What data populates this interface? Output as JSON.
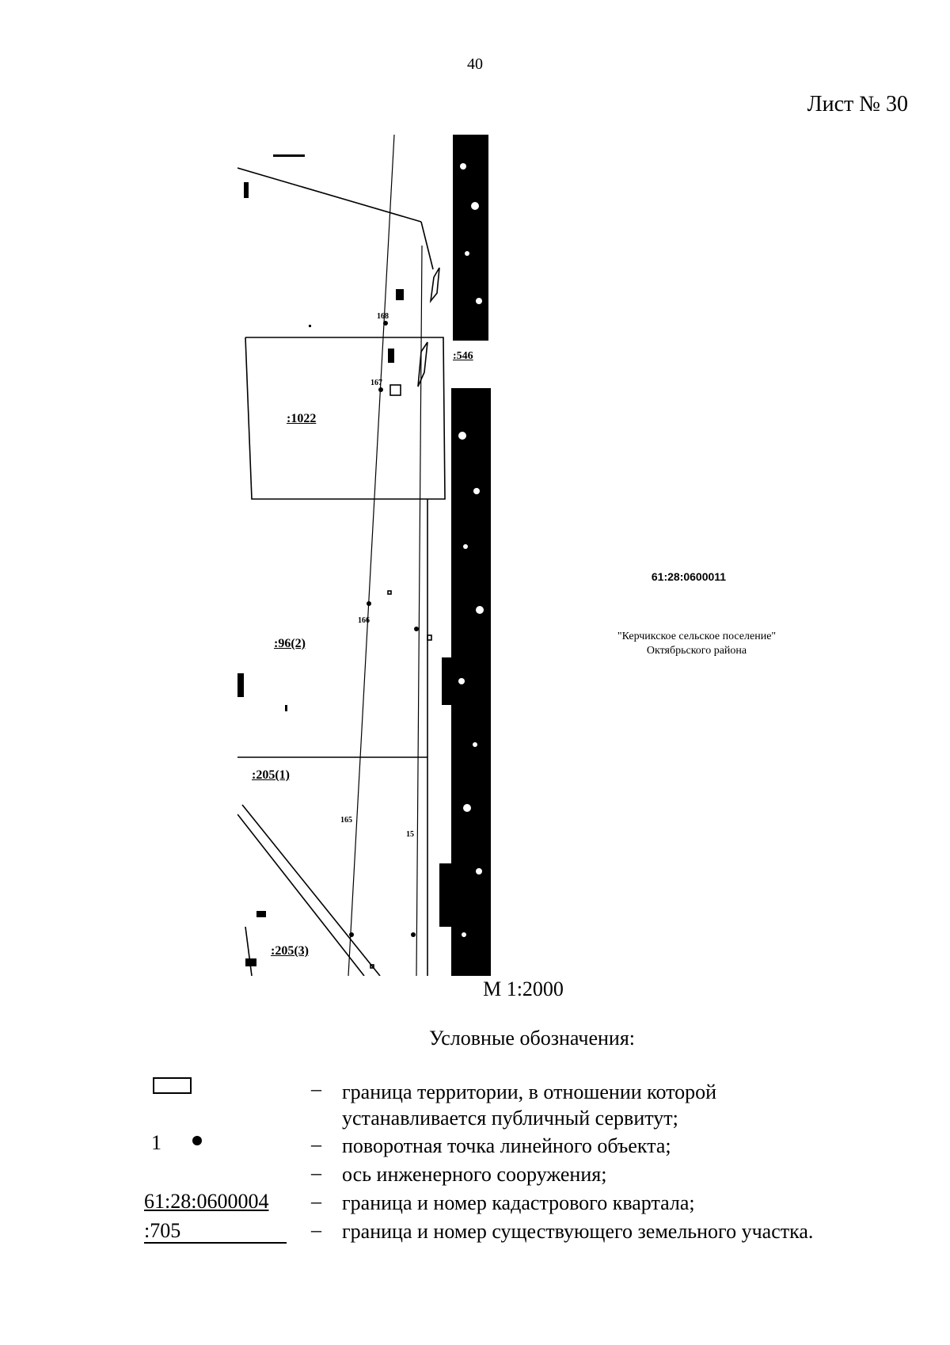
{
  "page_number": "40",
  "sheet_title": "Лист № 30",
  "map": {
    "labels": {
      "parcel_1022": ":1022",
      "parcel_546": ":546",
      "parcel_96": ":96(2)",
      "parcel_205_1": ":205(1)",
      "parcel_205_3": ":205(3)"
    },
    "points": {
      "p168": "168",
      "p167": "167",
      "p166": "166",
      "p165": "165",
      "p15": "15"
    },
    "quarter_number": "61:28:0600011",
    "settlement_line1": "\"Керчикское сельское поселение\"",
    "settlement_line2": "Октябрьского района",
    "colors": {
      "ink": "#000000",
      "paper": "#ffffff"
    }
  },
  "scale": "М 1:2000",
  "legend": {
    "title": "Условные обозначения:",
    "items": [
      {
        "symbol": "rectangle",
        "text_line1": "граница территории, в отношении которой",
        "text_line2": "устанавливается публичный сервитут;"
      },
      {
        "symbol": "1",
        "text": "поворотная точка линейного объекта;"
      },
      {
        "symbol": "",
        "text": "ось инженерного сооружения;"
      },
      {
        "symbol": "61:28:0600004",
        "text": "граница и номер кадастрового квартала;"
      },
      {
        "symbol": ":705",
        "text": "граница и номер существующего земельного участка."
      }
    ],
    "dash": "–"
  }
}
